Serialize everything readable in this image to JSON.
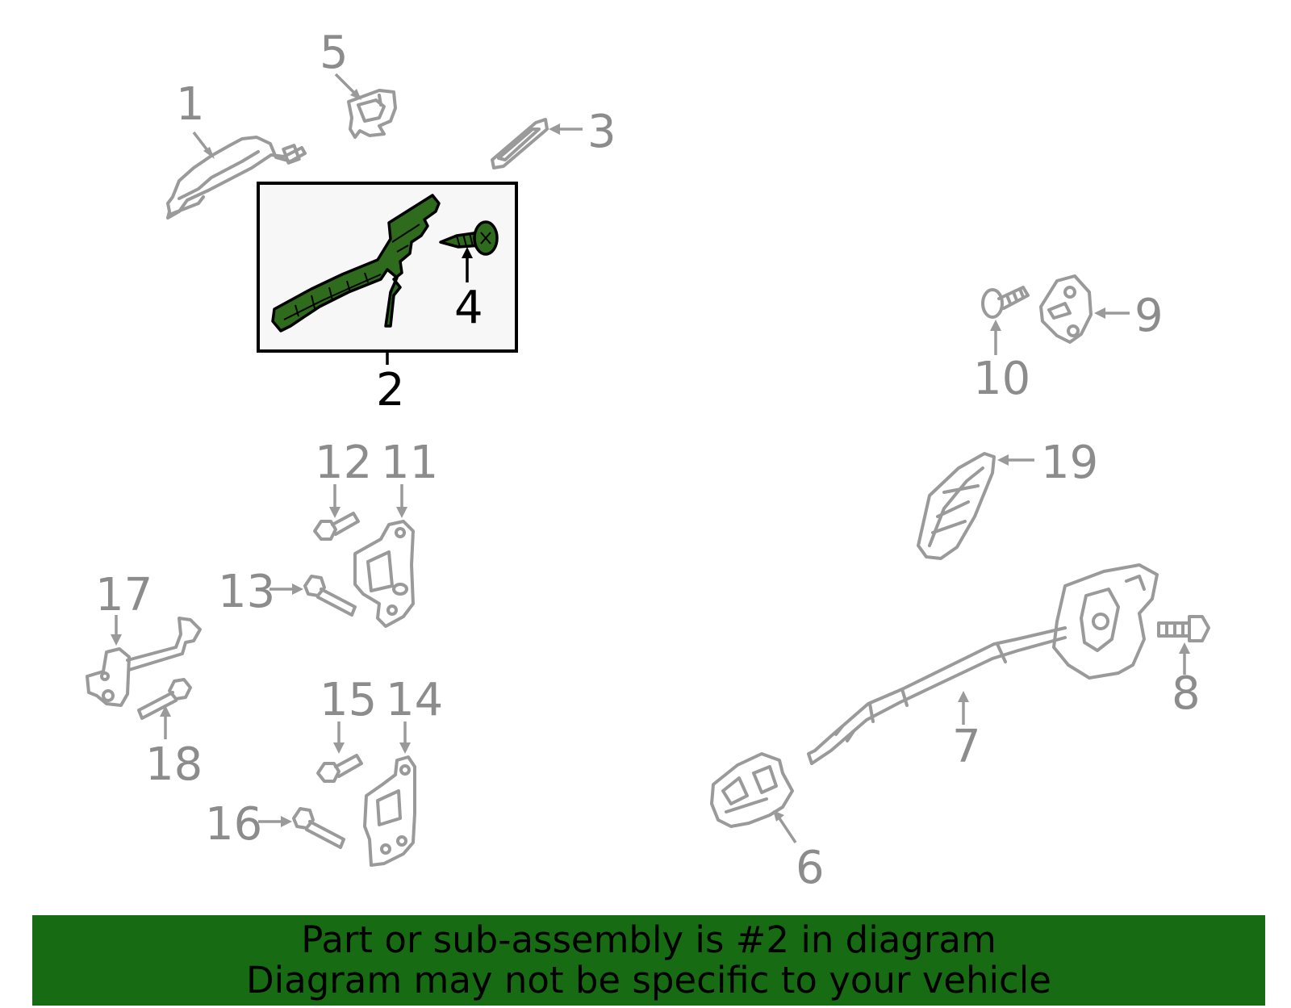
{
  "callouts": {
    "c1": "1",
    "c2": "2",
    "c3": "3",
    "c4": "4",
    "c5": "5",
    "c6": "6",
    "c7": "7",
    "c8": "8",
    "c9": "9",
    "c10": "10",
    "c11": "11",
    "c12": "12",
    "c13": "13",
    "c14": "14",
    "c15": "15",
    "c16": "16",
    "c17": "17",
    "c18": "18",
    "c19": "19"
  },
  "highlight": {
    "part_number": "2"
  },
  "banner": {
    "line1": "Part or sub-assembly is #2 in diagram",
    "line2": "Diagram may not be specific to your vehicle"
  },
  "colors": {
    "banner_bg": "#176b12",
    "highlight_part": "#2f6b1c",
    "outline_gray": "#9a9a9a"
  }
}
